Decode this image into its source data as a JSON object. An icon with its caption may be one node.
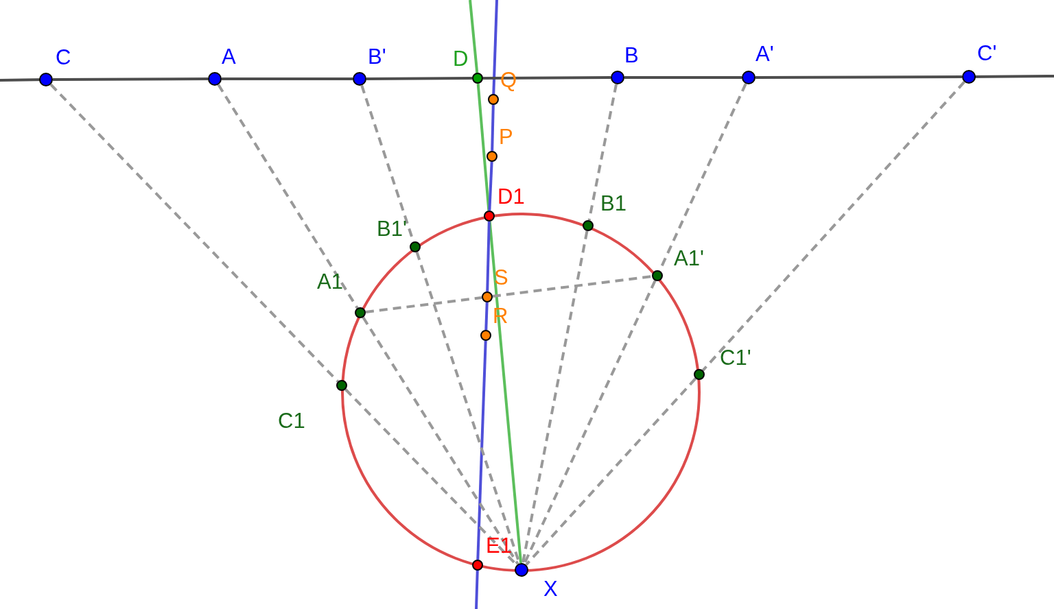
{
  "diagram": {
    "nodes": [
      {
        "text": [
          "C"
        ]
      },
      {
        "text": [
          "A"
        ]
      },
      {
        "text": [
          "B'"
        ]
      },
      {
        "text": [
          "D"
        ]
      },
      {
        "text": [
          "B"
        ]
      },
      {
        "text": [
          "A'"
        ]
      },
      {
        "text": [
          "C'"
        ]
      },
      {
        "text": [
          "Q"
        ]
      },
      {
        "text": [
          "P"
        ]
      },
      {
        "text": [
          "D1"
        ]
      },
      {
        "text": [
          "B1"
        ]
      },
      {
        "text": [
          "B1'"
        ]
      },
      {
        "text": [
          "A1'"
        ]
      },
      {
        "text": [
          "S"
        ]
      },
      {
        "text": [
          "A1"
        ]
      },
      {
        "text": [
          "R"
        ]
      },
      {
        "text": [
          "C1'"
        ]
      },
      {
        "text": [
          "C1"
        ]
      },
      {
        "text": [
          "E1"
        ]
      },
      {
        "text": [
          "X"
        ]
      }
    ],
    "edges": [
      {
        "from": 0,
        "to": 1,
        "arrow": "none",
        "color": "#4d4d4d"
      },
      {
        "from": 1,
        "to": 2,
        "arrow": "none",
        "color": "#4d4d4d"
      },
      {
        "from": 2,
        "to": 3,
        "arrow": "none",
        "color": "#4d4d4d"
      },
      {
        "from": 3,
        "to": 4,
        "arrow": "none",
        "color": "#4d4d4d"
      },
      {
        "from": 4,
        "to": 5,
        "arrow": "none",
        "color": "#4d4d4d"
      },
      {
        "from": 5,
        "to": 6,
        "arrow": "none",
        "color": "#4d4d4d"
      },
      {
        "from": 3,
        "to": 9,
        "arrow": "none",
        "color": "#5cbf5c"
      },
      {
        "from": 9,
        "to": 19,
        "arrow": "none",
        "color": "#5cbf5c"
      },
      {
        "from": 7,
        "to": 8,
        "arrow": "none",
        "color": "#4f4fd9"
      },
      {
        "from": 8,
        "to": 9,
        "arrow": "none",
        "color": "#4f4fd9"
      },
      {
        "from": 9,
        "to": 13,
        "arrow": "none",
        "color": "#4f4fd9"
      },
      {
        "from": 13,
        "to": 15,
        "arrow": "none",
        "color": "#4f4fd9"
      },
      {
        "from": 15,
        "to": 18,
        "arrow": "none",
        "color": "#4f4fd9"
      },
      {
        "from": 0,
        "to": 17,
        "arrow": "none",
        "style": "dashed"
      },
      {
        "from": 17,
        "to": 19,
        "arrow": "none",
        "style": "dashed"
      },
      {
        "from": 1,
        "to": 14,
        "arrow": "none",
        "style": "dashed"
      },
      {
        "from": 14,
        "to": 19,
        "arrow": "none",
        "style": "dashed"
      },
      {
        "from": 2,
        "to": 11,
        "arrow": "none",
        "style": "dashed"
      },
      {
        "from": 11,
        "to": 19,
        "arrow": "none",
        "style": "dashed"
      },
      {
        "from": 4,
        "to": 10,
        "arrow": "none",
        "style": "dashed"
      },
      {
        "from": 10,
        "to": 19,
        "arrow": "none",
        "style": "dashed"
      },
      {
        "from": 5,
        "to": 12,
        "arrow": "none",
        "style": "dashed"
      },
      {
        "from": 12,
        "to": 19,
        "arrow": "none",
        "style": "dashed"
      },
      {
        "from": 6,
        "to": 16,
        "arrow": "none",
        "style": "dashed"
      },
      {
        "from": 16,
        "to": 19,
        "arrow": "none",
        "style": "dashed"
      },
      {
        "from": 14,
        "to": 13,
        "arrow": "none",
        "style": "dashed"
      },
      {
        "from": 13,
        "to": 12,
        "arrow": "none",
        "style": "dashed"
      }
    ]
  }
}
